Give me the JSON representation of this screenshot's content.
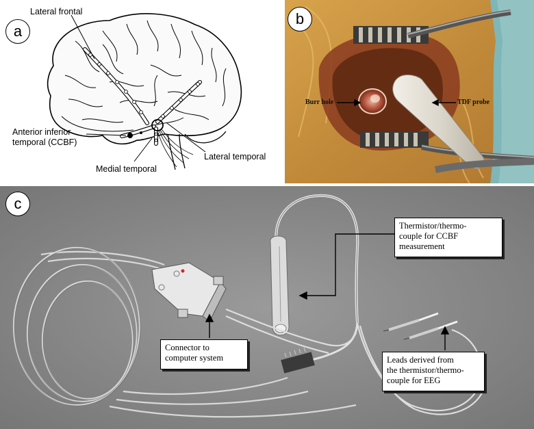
{
  "panel_a": {
    "badge": "a",
    "labels": {
      "lateral_frontal": "Lateral frontal",
      "anterior_inferior_1": "Anterior inferior",
      "anterior_inferior_2": "temporal (CCBF)",
      "medial_temporal": "Medial temporal",
      "lateral_temporal": "Lateral temporal"
    }
  },
  "panel_b": {
    "badge": "b",
    "labels": {
      "burr_hole": "Burr hole",
      "tdf_probe": "TDF probe"
    }
  },
  "panel_c": {
    "badge": "c",
    "callouts": {
      "thermistor": [
        "Thermistor/thermo-",
        "couple for CCBF",
        "measurement"
      ],
      "connector": [
        "Connector to",
        "computer system"
      ],
      "leads": [
        "Leads derived from",
        "the thermistor/thermo-",
        "couple for EEG"
      ]
    }
  },
  "colors": {
    "photo_b_tissue": "#c9923e",
    "photo_c_background": "#8c8c8c",
    "callout_background": "#ffffff"
  }
}
